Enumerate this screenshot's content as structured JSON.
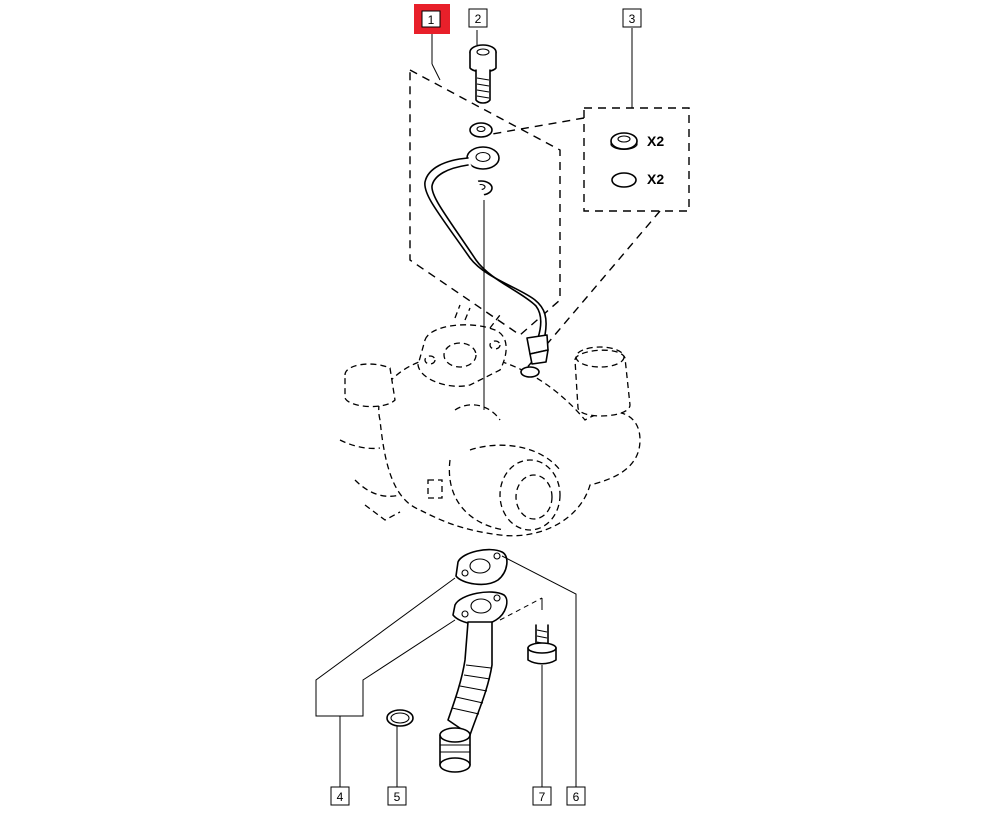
{
  "diagram": {
    "callouts": [
      {
        "id": "1",
        "label": "1",
        "highlighted": true
      },
      {
        "id": "2",
        "label": "2",
        "highlighted": false
      },
      {
        "id": "3",
        "label": "3",
        "highlighted": false
      },
      {
        "id": "4",
        "label": "4",
        "highlighted": false
      },
      {
        "id": "5",
        "label": "5",
        "highlighted": false
      },
      {
        "id": "6",
        "label": "6",
        "highlighted": false
      },
      {
        "id": "7",
        "label": "7",
        "highlighted": false
      }
    ],
    "kit_quantities": [
      "X2",
      "X2"
    ],
    "colors": {
      "highlight": "#e8202a",
      "line": "#000000",
      "background": "#ffffff"
    }
  }
}
